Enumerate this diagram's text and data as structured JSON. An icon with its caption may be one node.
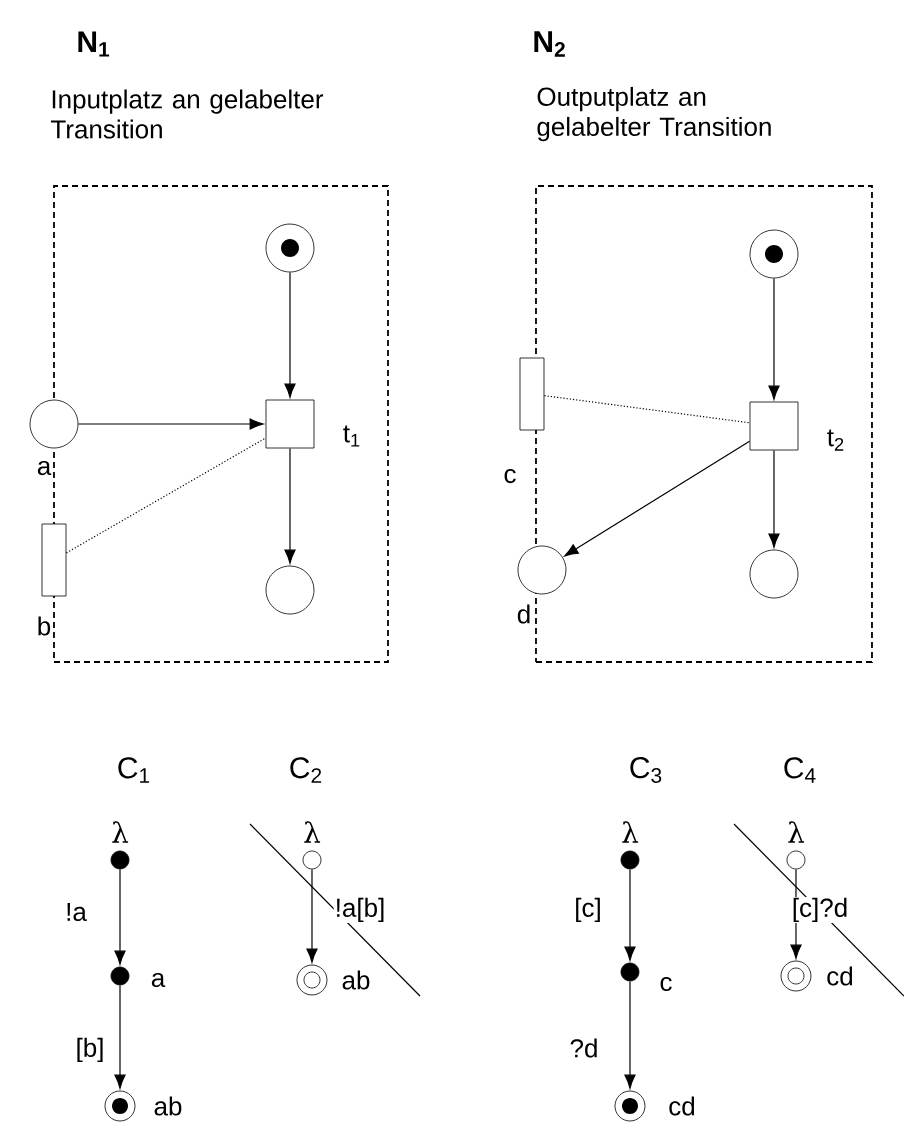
{
  "diagram": {
    "nodes": [
      {
        "text": [
          "N$_{1}$",
          "Inputplatz an gelabelter Transition"
        ]
      },
      {
        "text": [],
        "shape": "circle",
        "in": 0
      },
      {
        "text": [],
        "shape": "circle",
        "beside": [
          "a"
        ]
      },
      {
        "text": [],
        "shape": "box",
        "in": 0,
        "beside": [
          "t$_{1}$"
        ]
      },
      {
        "text": [],
        "shape": "box",
        "beside": [
          "b"
        ]
      },
      {
        "text": [],
        "shape": "circle",
        "in": 0
      },
      {
        "text": [
          "N$_{2}$",
          "Outputplatz an gelabelter Transition"
        ]
      },
      {
        "text": [],
        "shape": "circle",
        "in": 6
      },
      {
        "text": [],
        "shape": "box",
        "beside": [
          "c"
        ]
      },
      {
        "text": [],
        "shape": "box",
        "in": 6,
        "beside": [
          "t$_{2}$"
        ]
      },
      {
        "text": [],
        "shape": "circle",
        "beside": [
          "d"
        ]
      },
      {
        "text": [],
        "shape": "circle",
        "in": 6
      },
      {
        "text": [],
        "shape": "circle",
        "beside": [
          "λ"
        ]
      },
      {
        "text": [],
        "shape": "circle",
        "beside": [
          "a"
        ]
      },
      {
        "text": [],
        "shape": "circle",
        "beside": [
          "ab"
        ]
      },
      {
        "text": [],
        "shape": "circle",
        "beside": [
          "λ"
        ]
      },
      {
        "text": [],
        "shape": "circle",
        "beside": [
          "ab"
        ]
      },
      {
        "text": [],
        "shape": "circle",
        "beside": [
          "λ"
        ]
      },
      {
        "text": [],
        "shape": "circle",
        "beside": [
          "c"
        ]
      },
      {
        "text": [],
        "shape": "circle",
        "beside": [
          "cd"
        ]
      },
      {
        "text": [],
        "shape": "circle",
        "beside": [
          "λ"
        ]
      },
      {
        "text": [],
        "shape": "circle",
        "beside": [
          "cd"
        ]
      }
    ],
    "edges": [
      {
        "from": 1,
        "to": 3,
        "arrow": "to"
      },
      {
        "from": 2,
        "to": 3,
        "arrow": "to"
      },
      {
        "from": 4,
        "to": 3,
        "arrow": "none",
        "style": "dashed"
      },
      {
        "from": 3,
        "to": 5,
        "arrow": "to"
      },
      {
        "from": 7,
        "to": 9,
        "arrow": "to"
      },
      {
        "from": 8,
        "to": 9,
        "arrow": "none",
        "style": "dashed"
      },
      {
        "from": 9,
        "to": 10,
        "arrow": "to"
      },
      {
        "from": 9,
        "to": 11,
        "arrow": "to"
      },
      {
        "from": 12,
        "to": 13,
        "arrow": "to",
        "label": "!a"
      },
      {
        "from": 13,
        "to": 14,
        "arrow": "to",
        "label": "[b]"
      },
      {
        "from": 15,
        "to": 16,
        "arrow": "to",
        "label": "!a[b]"
      },
      {
        "from": 17,
        "to": 18,
        "arrow": "to",
        "label": "[c]"
      },
      {
        "from": 18,
        "to": 19,
        "arrow": "to",
        "label": "?d"
      },
      {
        "from": 20,
        "to": 21,
        "arrow": "to",
        "label": "[c]?d"
      }
    ],
    "labels": [
      "C$_{1}$",
      "C$_{2}$",
      "C$_{3}$",
      "C$_{4}$"
    ]
  }
}
